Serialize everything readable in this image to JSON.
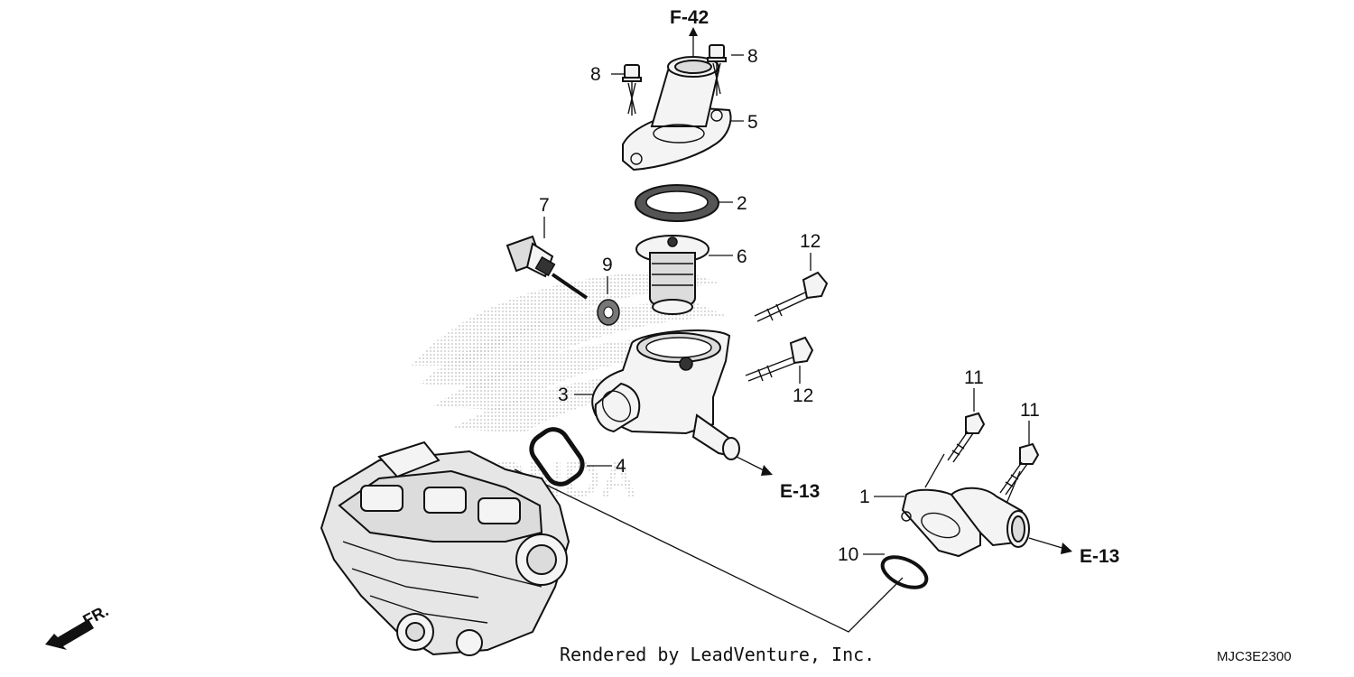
{
  "callouts": {
    "c1": "1",
    "c2": "2",
    "c3": "3",
    "c4": "4",
    "c5": "5",
    "c6": "6",
    "c7": "7",
    "c8a": "8",
    "c8b": "8",
    "c9": "9",
    "c10": "10",
    "c11a": "11",
    "c11b": "11",
    "c12a": "12",
    "c12b": "12"
  },
  "references": {
    "top": "F-42",
    "right_upper": "E-13",
    "right_lower": "E-13"
  },
  "direction_label": "FR.",
  "credit": "Rendered by LeadVenture, Inc.",
  "diagram_code": "MJC3E2300",
  "watermark": "HONDA"
}
